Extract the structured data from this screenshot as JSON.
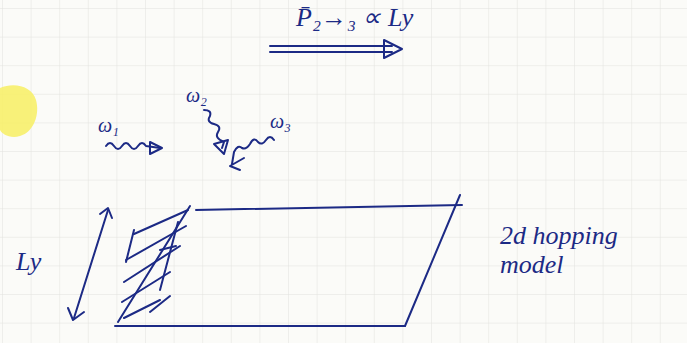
{
  "diagram": {
    "labels": [
      "P̄₂→₃ ∝ Ly",
      "ω₁",
      "ω₂",
      "ω₃",
      "Ly",
      "2d hopping model"
    ]
  }
}
